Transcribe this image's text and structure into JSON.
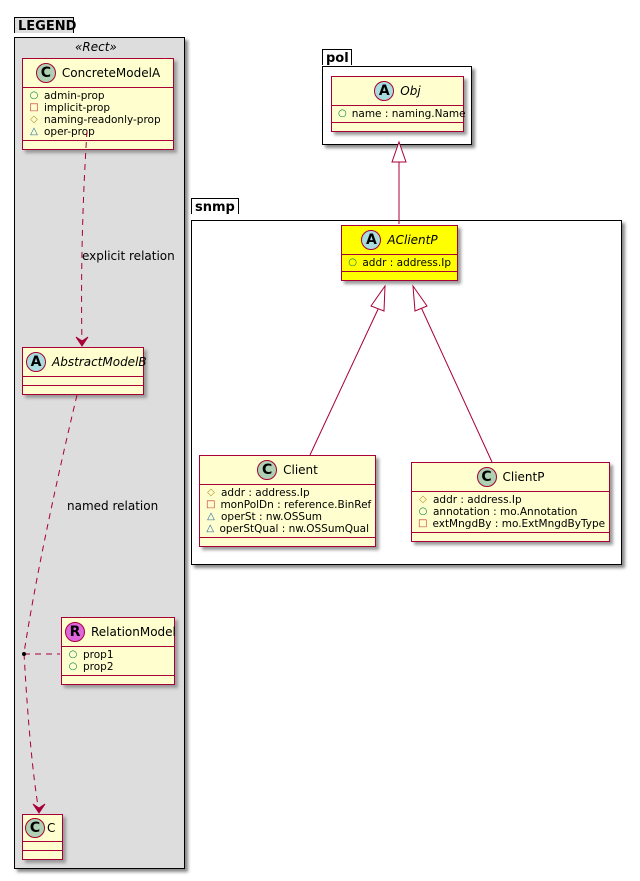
{
  "legend": {
    "package_label": "LEGEND",
    "stereotype": "«Rect»",
    "concrete_model": {
      "name": "ConcreteModelA",
      "kind": "C",
      "attributes": [
        {
          "visibility": "public",
          "symbol": "○",
          "text": "admin-prop"
        },
        {
          "visibility": "private",
          "symbol": "□",
          "text": "implicit-prop"
        },
        {
          "visibility": "protected",
          "symbol": "◇",
          "text": "naming-readonly-prop"
        },
        {
          "visibility": "package",
          "symbol": "△",
          "text": "oper-prop"
        }
      ]
    },
    "abstract_model": {
      "name": "AbstractModelB",
      "kind": "A"
    },
    "relation_model": {
      "name": "RelationModel",
      "kind": "R",
      "attributes": [
        {
          "visibility": "public",
          "symbol": "○",
          "text": "prop1"
        },
        {
          "visibility": "public",
          "symbol": "○",
          "text": "prop2"
        }
      ]
    },
    "c_model": {
      "name": "C",
      "kind": "C"
    },
    "explicit_relation_label": "explicit relation",
    "named_relation_label": "named relation"
  },
  "pol": {
    "package_label": "pol",
    "obj": {
      "name": "Obj",
      "kind": "A",
      "attributes": [
        {
          "visibility": "public",
          "symbol": "○",
          "text": "name : naming.Name"
        }
      ]
    }
  },
  "snmp": {
    "package_label": "snmp",
    "aclientp": {
      "name": "AClientP",
      "kind": "A",
      "attributes": [
        {
          "visibility": "public",
          "symbol": "○",
          "text": "addr : address.Ip"
        }
      ]
    },
    "client": {
      "name": "Client",
      "kind": "C",
      "attributes": [
        {
          "visibility": "protected",
          "symbol": "◇",
          "text": "addr : address.Ip"
        },
        {
          "visibility": "private",
          "symbol": "□",
          "text": "monPolDn : reference.BinRef"
        },
        {
          "visibility": "package",
          "symbol": "△",
          "text": "operSt : nw.OSSum"
        },
        {
          "visibility": "package",
          "symbol": "△",
          "text": "operStQual : nw.OSSumQual"
        }
      ]
    },
    "clientp": {
      "name": "ClientP",
      "kind": "C",
      "attributes": [
        {
          "visibility": "protected",
          "symbol": "◇",
          "text": "addr : address.Ip"
        },
        {
          "visibility": "public",
          "symbol": "○",
          "text": "annotation : mo.Annotation"
        },
        {
          "visibility": "private",
          "symbol": "□",
          "text": "extMngdBy : mo.ExtMngdByType"
        }
      ]
    }
  },
  "colors": {
    "class_fill": "#FEFECE",
    "highlight_fill": "#FFFF00",
    "border": "#A80036",
    "legend_bg": "#DDDDDD"
  }
}
